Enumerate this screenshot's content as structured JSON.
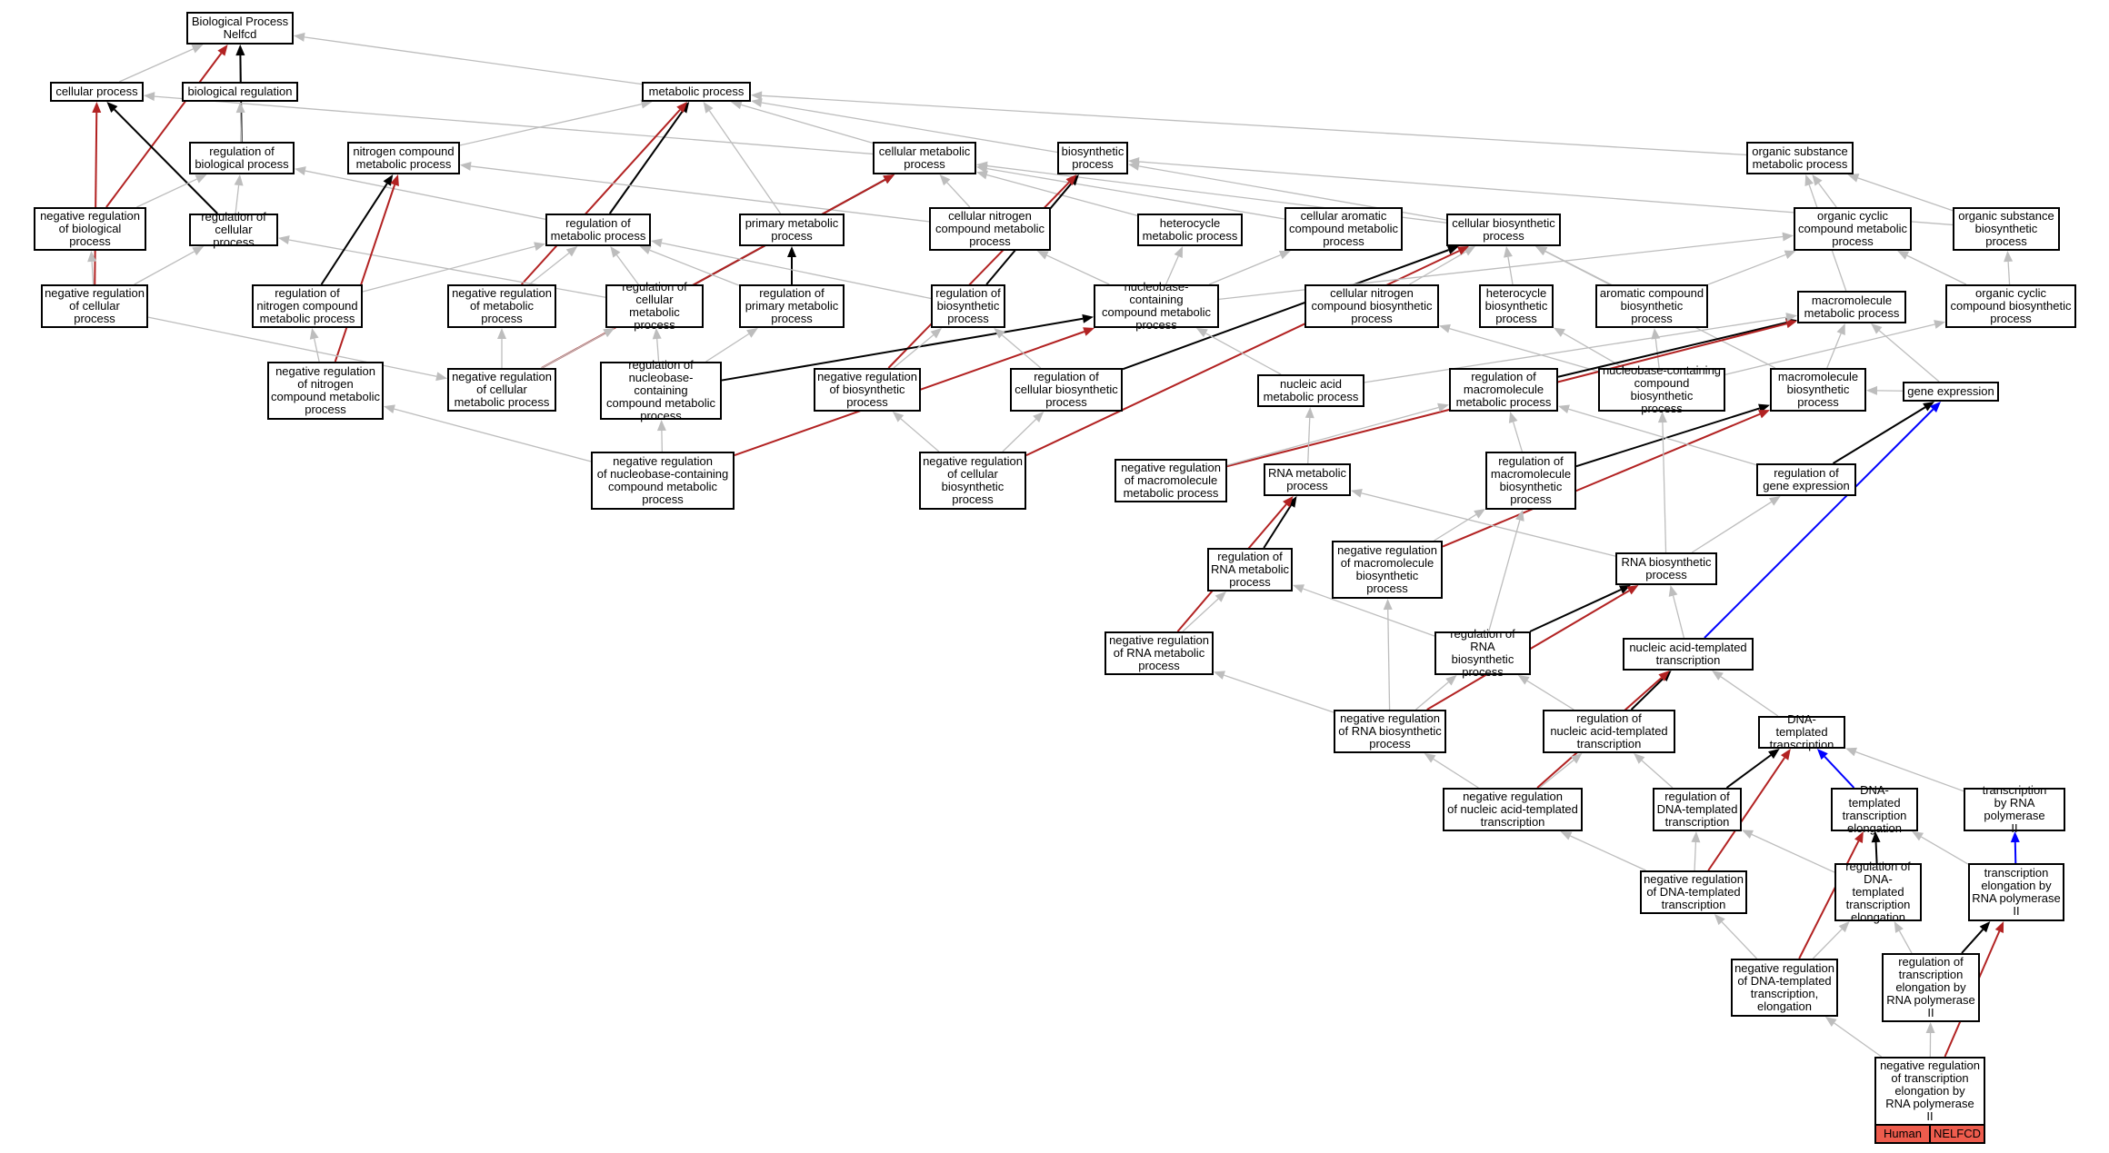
{
  "colors": {
    "gray": "#bdbdbd",
    "black": "#000000",
    "red": "#b22222",
    "blue": "#0000ff",
    "badge": "#ee5c4d"
  },
  "badges": {
    "species": "Human",
    "gene": "NELFCD"
  },
  "nodes": {
    "bp": "Biological Process\nNelfcd",
    "cellular_process": "cellular process",
    "biological_regulation": "biological regulation",
    "metabolic_process": "metabolic process",
    "reg_biological_process": "regulation of\nbiological process",
    "nitrogen_compound_mp": "nitrogen compound\nmetabolic process",
    "cellular_metabolic_process": "cellular metabolic\nprocess",
    "biosynthetic_process": "biosynthetic\nprocess",
    "organic_substance_mp": "organic substance\nmetabolic process",
    "neg_reg_biological_process": "negative regulation\nof biological\nprocess",
    "reg_cellular_process": "regulation of\ncellular process",
    "reg_metabolic_process": "regulation of\nmetabolic process",
    "primary_metabolic_process": "primary metabolic\nprocess",
    "cellular_nitrogen_cmp": "cellular nitrogen\ncompound metabolic\nprocess",
    "heterocycle_mp": "heterocycle\nmetabolic process",
    "cellular_aromatic_cmp": "cellular aromatic\ncompound metabolic\nprocess",
    "cellular_biosynthetic_process": "cellular biosynthetic\nprocess",
    "organic_cyclic_cmp": "organic cyclic\ncompound metabolic\nprocess",
    "organic_substance_bp": "organic substance\nbiosynthetic\nprocess",
    "neg_reg_cellular_process": "negative regulation\nof cellular\nprocess",
    "reg_nitrogen_cmp": "regulation of\nnitrogen compound\nmetabolic process",
    "neg_reg_metabolic_process": "negative regulation\nof metabolic\nprocess",
    "reg_cellular_metabolic_process": "regulation of\ncellular metabolic\nprocess",
    "reg_primary_metabolic_process": "regulation of\nprimary metabolic\nprocess",
    "reg_biosynthetic_process": "regulation of\nbiosynthetic\nprocess",
    "nucleobase_cmp": "nucleobase-containing\ncompound metabolic\nprocess",
    "cellular_nitrogen_cbp": "cellular nitrogen\ncompound biosynthetic\nprocess",
    "heterocycle_bp": "heterocycle\nbiosynthetic\nprocess",
    "aromatic_cbp": "aromatic compound\nbiosynthetic\nprocess",
    "macromolecule_mp": "macromolecule\nmetabolic process",
    "organic_cyclic_cbp": "organic cyclic\ncompound biosynthetic\nprocess",
    "neg_reg_nitrogen_cmp": "negative regulation\nof nitrogen\ncompound metabolic\nprocess",
    "neg_reg_cellular_metabolic_process": "negative regulation\nof cellular\nmetabolic process",
    "reg_nucleobase_cmp": "regulation of\nnucleobase-containing\ncompound metabolic\nprocess",
    "neg_reg_biosynthetic_process": "negative regulation\nof biosynthetic\nprocess",
    "reg_cellular_biosynthetic_process": "regulation of\ncellular biosynthetic\nprocess",
    "nucleic_acid_mp": "nucleic acid\nmetabolic process",
    "reg_macromolecule_mp": "regulation of\nmacromolecule\nmetabolic process",
    "nucleobase_cbp": "nucleobase-containing\ncompound biosynthetic\nprocess",
    "macromolecule_bp": "macromolecule\nbiosynthetic\nprocess",
    "gene_expression": "gene expression",
    "neg_reg_nucleobase_cmp": "negative regulation\nof nucleobase-containing\ncompound metabolic\nprocess",
    "neg_reg_cellular_biosynthetic_process": "negative regulation\nof cellular\nbiosynthetic\nprocess",
    "neg_reg_macromolecule_mp": "negative regulation\nof macromolecule\nmetabolic process",
    "rna_metabolic_process": "RNA metabolic\nprocess",
    "reg_macromolecule_bp": "regulation of\nmacromolecule\nbiosynthetic\nprocess",
    "reg_gene_expression": "regulation of\ngene expression",
    "reg_rna_metabolic_process": "regulation of\nRNA metabolic\nprocess",
    "neg_reg_macromolecule_bp": "negative regulation\nof macromolecule\nbiosynthetic\nprocess",
    "rna_biosynthetic_process": "RNA biosynthetic\nprocess",
    "neg_reg_rna_metabolic_process": "negative regulation\nof RNA metabolic\nprocess",
    "reg_rna_biosynthetic_process": "regulation of\nRNA biosynthetic\nprocess",
    "nucleic_acid_templated_transcription": "nucleic acid-templated\ntranscription",
    "neg_reg_rna_biosynthetic_process": "negative regulation\nof RNA biosynthetic\nprocess",
    "reg_nucleic_acid_templated_transcription": "regulation of\nnucleic acid-templated\ntranscription",
    "dna_templated_transcription": "DNA-templated\ntranscription",
    "neg_reg_nucleic_acid_templated_transcription": "negative regulation\nof nucleic acid-templated\ntranscription",
    "reg_dna_templated_transcription": "regulation of\nDNA-templated\ntranscription",
    "dna_templated_transcription_elongation": "DNA-templated\ntranscription\nelongation",
    "transcription_by_rna_pol_ii": "transcription\nby RNA polymerase\nII",
    "neg_reg_dna_templated_transcription": "negative regulation\nof DNA-templated\ntranscription",
    "reg_dna_templated_transcription_elongation": "regulation of\nDNA-templated\ntranscription\nelongation",
    "transcription_elongation_rna_pol_ii": "transcription\nelongation by\nRNA polymerase\nII",
    "neg_reg_dna_templated_transcription_elongation": "negative regulation\nof DNA-templated\ntranscription,\nelongation",
    "reg_transcription_elongation_rna_pol_ii": "regulation of\ntranscription\nelongation by\nRNA polymerase\nII",
    "neg_reg_transcription_elongation_rna_pol_ii": "negative regulation\nof transcription\nelongation by\nRNA polymerase\nII"
  }
}
